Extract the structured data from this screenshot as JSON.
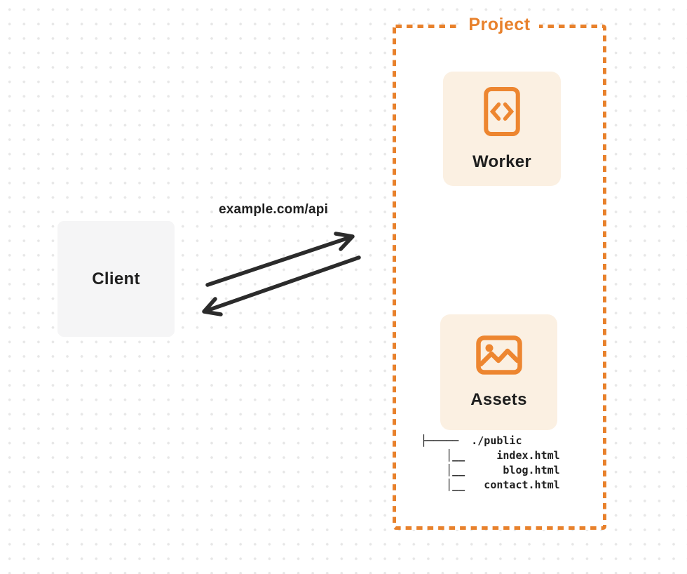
{
  "project": {
    "label": "Project"
  },
  "worker": {
    "label": "Worker",
    "icon": "code-file-icon"
  },
  "assets": {
    "label": "Assets",
    "icon": "image-icon"
  },
  "client": {
    "label": "Client"
  },
  "connection": {
    "label": "example.com/api"
  },
  "file_tree": {
    "root": "./public",
    "files": [
      "index.html",
      "blog.html",
      "contact.html"
    ],
    "text": "├─────  ./public\n    │__     index.html\n    │__      blog.html\n    │__   contact.html"
  },
  "colors": {
    "accent_orange": "#e8812c",
    "card_background": "#fbf0e2",
    "client_background": "#f5f5f6",
    "arrow": "#2b2b2b",
    "text": "#1f1f1f",
    "grid_dot": "#e7e7e7"
  }
}
